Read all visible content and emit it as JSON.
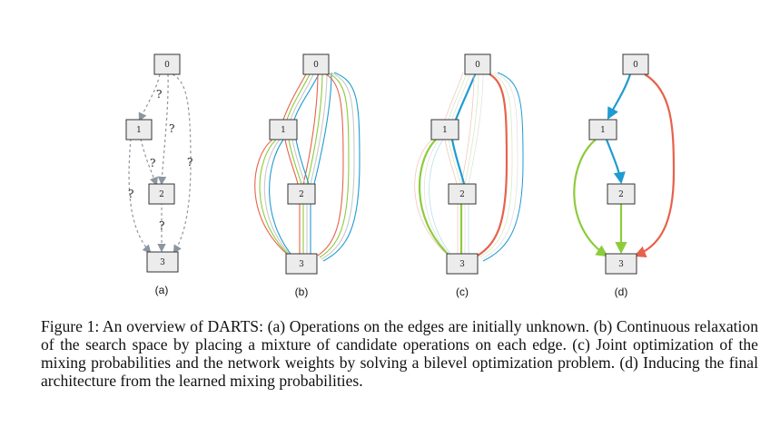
{
  "panels": [
    {
      "id": "a",
      "label": "(a)"
    },
    {
      "id": "b",
      "label": "(b)"
    },
    {
      "id": "c",
      "label": "(c)"
    },
    {
      "id": "d",
      "label": "(d)"
    }
  ],
  "nodes": [
    "0",
    "1",
    "2",
    "3"
  ],
  "unknown_mark": "?",
  "colors": {
    "unknown_edge": "#8c96a0",
    "op_red": "#e8614c",
    "op_green": "#8ccc3a",
    "op_blue": "#1f9bd1",
    "op_gray": "#c9c9c9"
  },
  "caption": "Figure 1: An overview of DARTS: (a) Operations on the edges are initially unknown. (b) Continuous relaxation of the search space by placing a mixture of candidate operations on each edge. (c) Joint optimization of the mixing probabilities and the network weights by solving a bilevel optimization problem. (d) Inducing the final architecture from the learned mixing probabilities."
}
